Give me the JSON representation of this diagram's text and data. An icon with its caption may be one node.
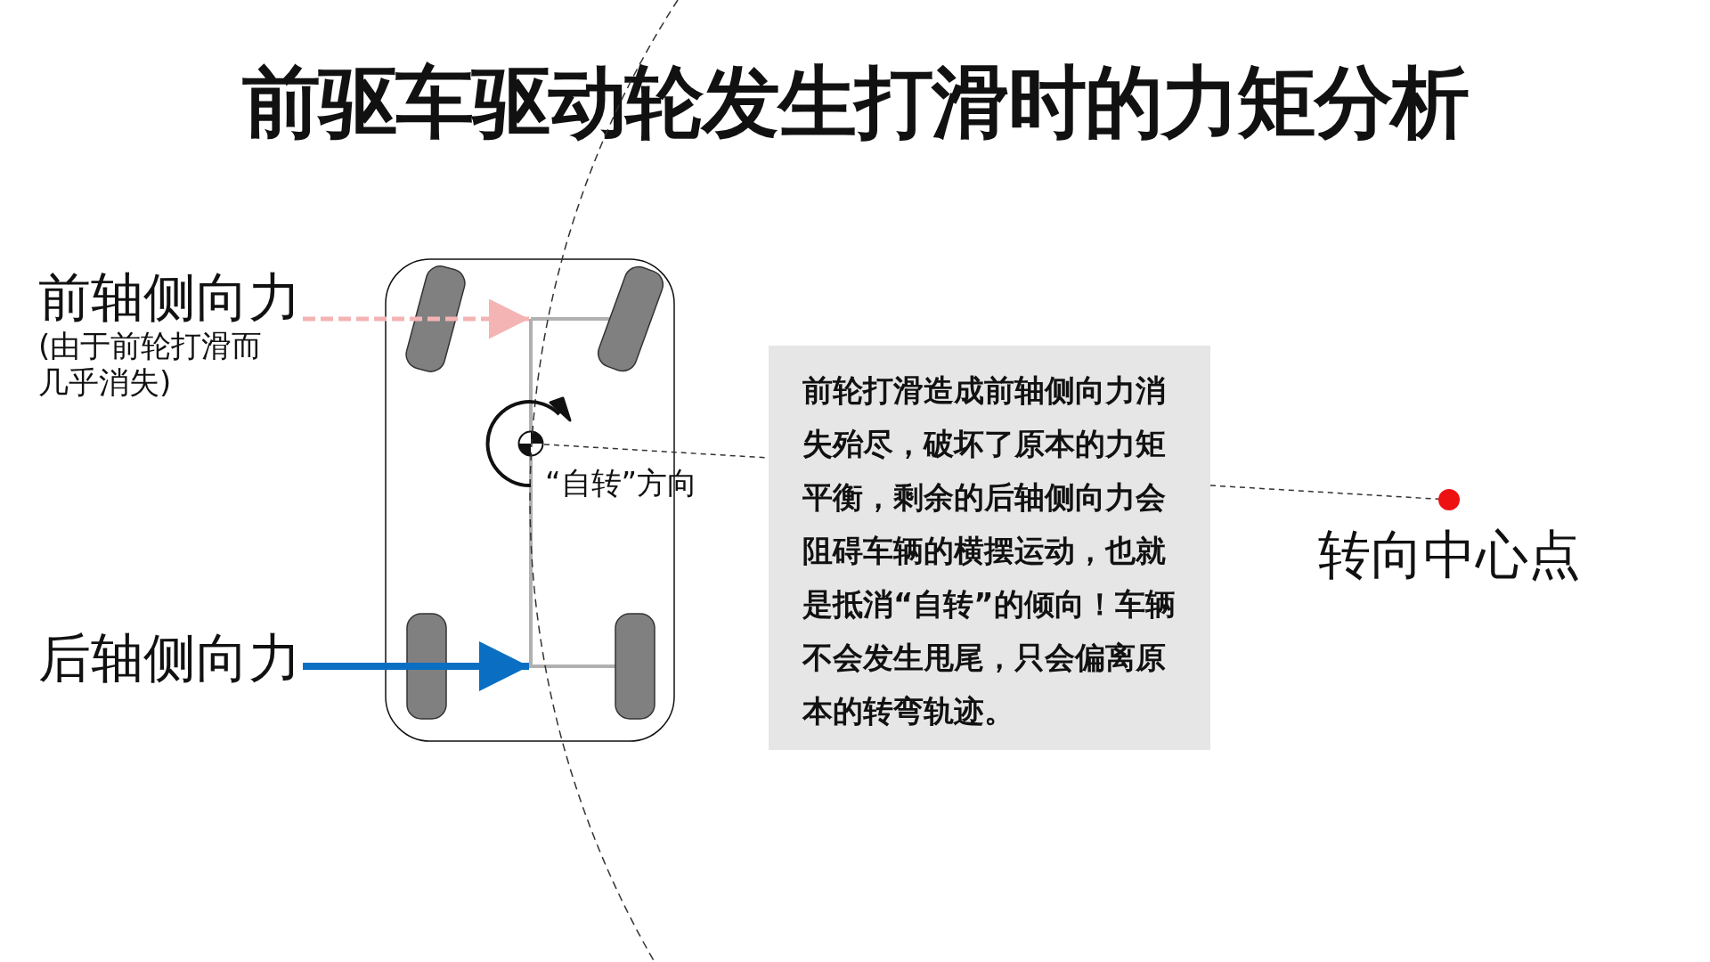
{
  "diagram": {
    "title": "前驱车驱动轮发生打滑时的力矩分析",
    "nodes": [
      {
        "text": [
          "前轴侧向力",
          "(由于前轮打滑而几乎消失)"
        ]
      },
      {
        "text": [
          "后轴侧向力"
        ]
      },
      {
        "text": [],
        "shape": "picture"
      },
      {
        "text": [],
        "shape": "circle",
        "in": 2
      },
      {
        "text": [
          "前轮打滑造成前轴侧向力消失殆尽，破坏了原本的力矩平衡，剩余的后轴侧向力会阻碍车辆的横摆运动，也就是抵消“自转”的倾向！车辆不会发生甩尾，只会偏离原本的转弯轨迹。"
        ]
      },
      {
        "text": [],
        "shape": "circle",
        "beside": [
          "转向中心点"
        ]
      }
    ],
    "edges": [
      {
        "from": 0,
        "to": 2,
        "arrow": "to",
        "style": "dashed",
        "color": "#f4b4b4"
      },
      {
        "from": 1,
        "to": 2,
        "arrow": "to",
        "style": "thick",
        "color": "#0a6fc2"
      },
      {
        "from": 3,
        "to": 4,
        "arrow": "none",
        "style": "dashed",
        "color": "#333333"
      },
      {
        "from": 4,
        "to": 5,
        "arrow": "none",
        "style": "dashed",
        "color": "#333333"
      }
    ],
    "labels": [
      "“自转”方向"
    ]
  }
}
